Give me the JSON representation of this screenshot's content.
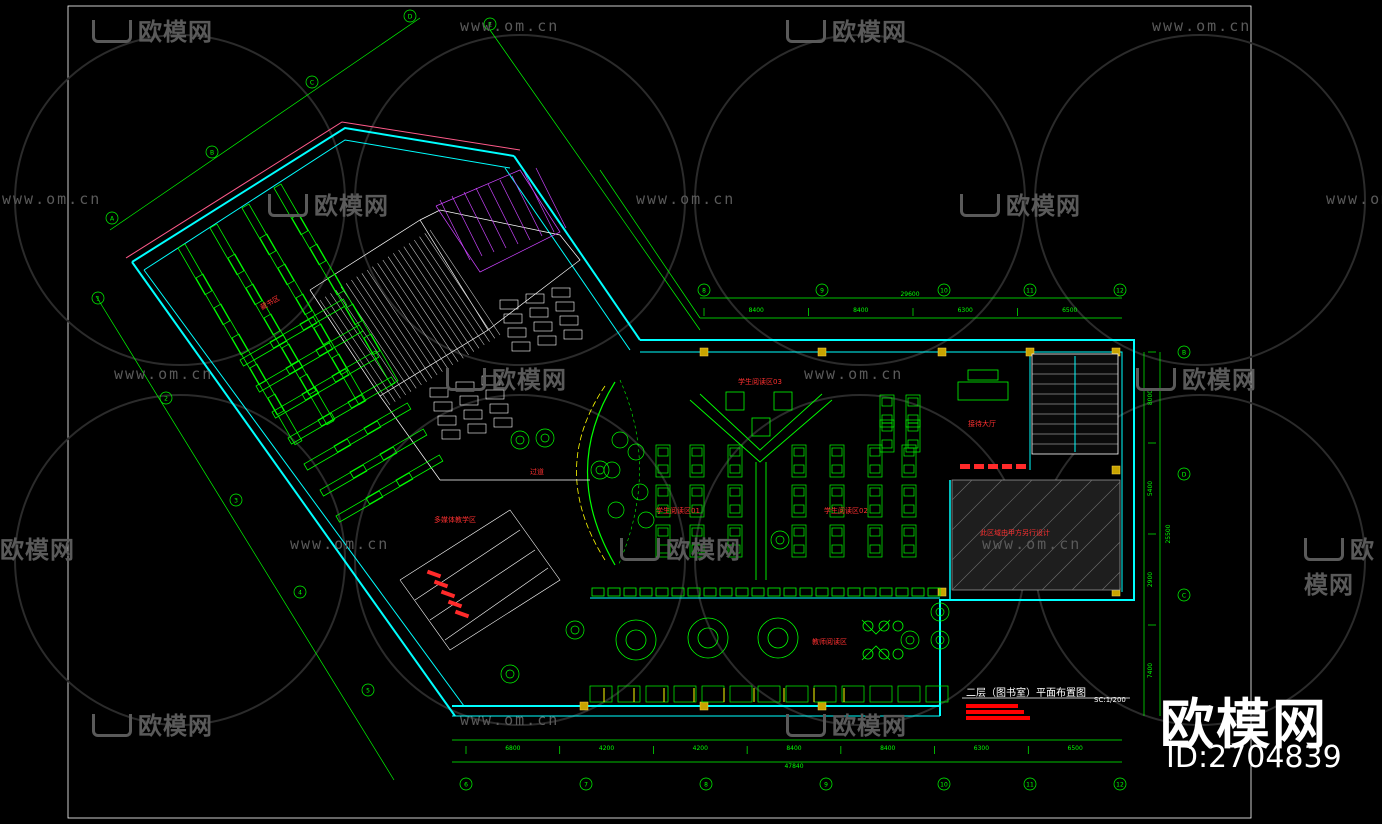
{
  "drawing": {
    "title": "二层（图书室）平面布置图",
    "scale": "SC:1/200"
  },
  "watermark": {
    "brand": "欧模网",
    "url": "www.om.cn",
    "corner_logo": "欧模网",
    "corner_id": "ID:2704839"
  },
  "dimensions": {
    "bottom": [
      "6800",
      "4200",
      "4200",
      "8400",
      "8400",
      "6300",
      "6500"
    ],
    "bottom_total": "47840",
    "top_right": [
      "8400",
      "8400",
      "6300",
      "6500"
    ],
    "top_right_total": "29600",
    "right": [
      "8000",
      "5400",
      "2900",
      "7400"
    ],
    "right_total": "25500"
  },
  "grid_labels": {
    "bottom": [
      "6",
      "7",
      "8",
      "9",
      "10",
      "11",
      "12"
    ],
    "top": [
      "8",
      "9",
      "10",
      "11",
      "12"
    ],
    "right": [
      "B",
      "D",
      "C"
    ],
    "left": [
      "1",
      "2",
      "3",
      "4",
      "5"
    ],
    "diag": [
      "A",
      "B",
      "C",
      "D",
      "E"
    ]
  },
  "rooms": {
    "book_area": "藏书区",
    "student_reading_01": "学生阅读区01",
    "student_reading_02": "学生阅读区02",
    "student_reading_03": "学生阅读区03",
    "teacher_reading": "教师阅读区",
    "lobby": "接待大厅",
    "corridor": "过道",
    "multimedia": "多媒体教学区",
    "reserved": "此区域由甲方另行设计"
  },
  "colors": {
    "background": "#000000",
    "wall": "#00ffff",
    "grid": "#00ff00",
    "furniture": "#00ff00",
    "label_red": "#ff2a2a",
    "stair": "#ffffff",
    "purple": "#cc44ff",
    "yellow": "#ffff00",
    "watermark": "#5a5a5a"
  }
}
